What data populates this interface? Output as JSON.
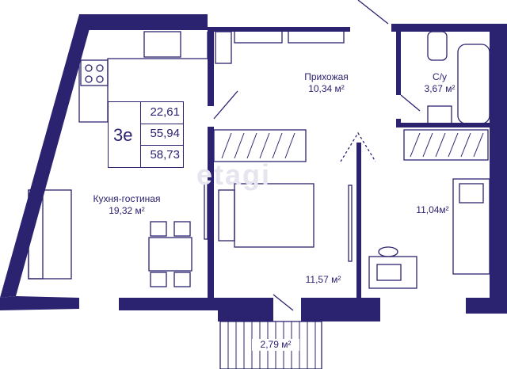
{
  "plan": {
    "apartment_type": "3е",
    "areas_summary": [
      "22,61",
      "55,94",
      "58,73"
    ],
    "rooms": [
      {
        "id": "hallway",
        "name": "Прихожая",
        "area": "10,34 м²"
      },
      {
        "id": "bathroom",
        "name": "С/у",
        "area": "3,67 м²"
      },
      {
        "id": "kitchen-living",
        "name": "Кухня-гостиная",
        "area": "19,32 м²"
      },
      {
        "id": "bedroom-right",
        "name": "",
        "area": "11,04м²"
      },
      {
        "id": "bedroom-middle",
        "name": "",
        "area": "11,57 м²"
      },
      {
        "id": "balcony",
        "name": "",
        "area": "2,79 м²"
      }
    ],
    "watermark": "etagi",
    "colors": {
      "walls": "#2b2270",
      "lines": "#2b2270",
      "background": "#ffffff"
    }
  }
}
